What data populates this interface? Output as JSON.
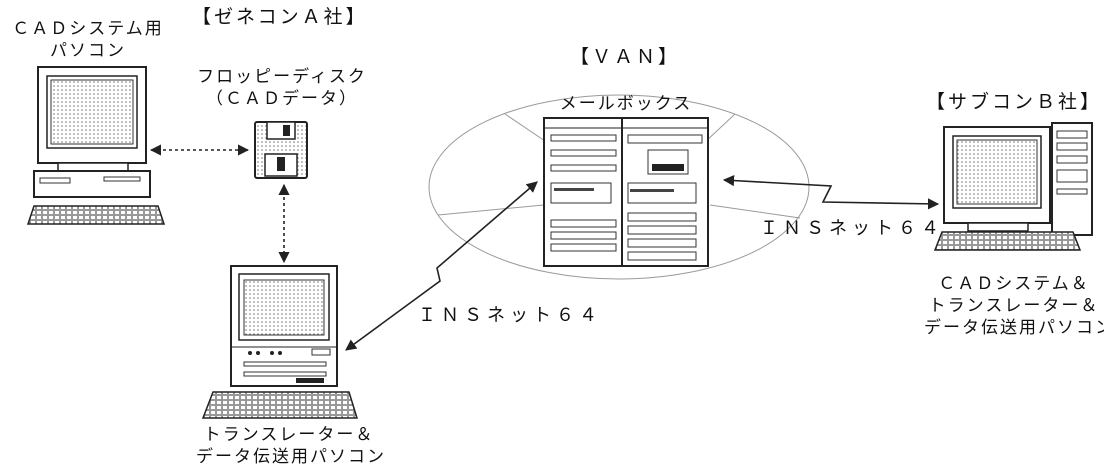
{
  "colors": {
    "line": "#222222",
    "screen": "#d9d9d9",
    "disk": "#bdbdbd",
    "van_ellipse": "#9a9a9a"
  },
  "labels": {
    "cad_pc_title": [
      "ＣＡＤシステム用",
      "パソコン"
    ],
    "company_a": "【ゼネコンＡ社】",
    "floppy": [
      "フロッピーディスク",
      "（ＣＡＤデータ）"
    ],
    "van": "【ＶＡＮ】",
    "mailbox": "メールボックス",
    "company_b": "【サブコンＢ社】",
    "net_right": "ＩＮＳネット６４",
    "net_left": "ＩＮＳネット６４",
    "pc_b_caption": [
      "ＣＡＤシステム＆",
      "トランスレーター＆",
      "データ伝送用パソコン"
    ],
    "pc_a2_caption": [
      "トランスレーター＆",
      "データ伝送用パソコン"
    ]
  },
  "icons": [
    "desktop-pc-icon",
    "floppy-disk-icon",
    "mail-server-icon",
    "tower-pc-icon",
    "compact-pc-icon"
  ]
}
